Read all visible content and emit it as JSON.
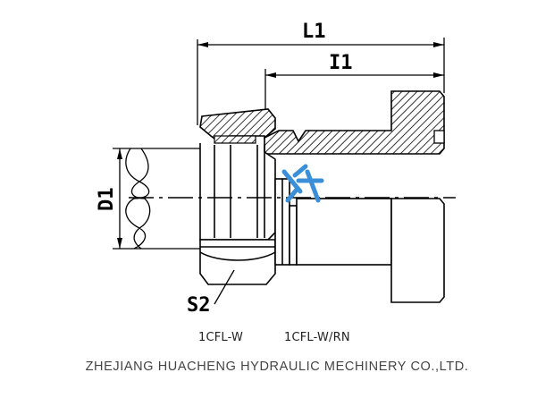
{
  "dimensions": {
    "l1": "L1",
    "i1": "I1",
    "d1": "D1",
    "s2": "S2"
  },
  "part_codes": [
    "1CFL-W",
    "1CFL-W/RN"
  ],
  "company": "ZHEJIANG HUACHENG HYDRAULIC MECHINERY CO.,LTD.",
  "logo": {
    "color": "#3a8fd8"
  }
}
